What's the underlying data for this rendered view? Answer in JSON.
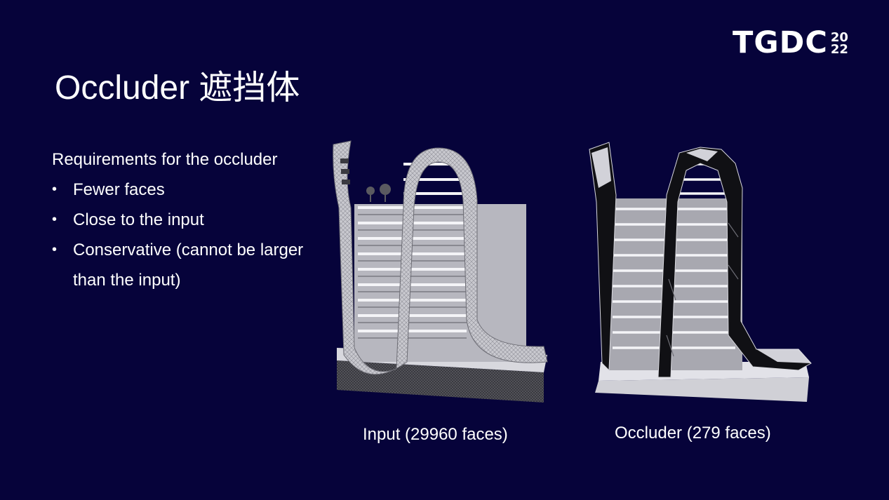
{
  "logo": {
    "text": "TGDC",
    "year_top": "20",
    "year_bottom": "22"
  },
  "title": "Occluder 遮挡体",
  "requirements": {
    "heading": "Requirements for the occluder",
    "bullets": [
      "Fewer faces",
      "Close to the input",
      "Conservative (cannot be larger than the input)"
    ]
  },
  "figures": {
    "input_caption": "Input (29960 faces)",
    "occluder_caption": "Occluder (279 faces)"
  },
  "colors": {
    "background": "#06033a",
    "text": "#ffffff",
    "model_light": "#d8d8de",
    "model_dark": "#3a3a40"
  }
}
